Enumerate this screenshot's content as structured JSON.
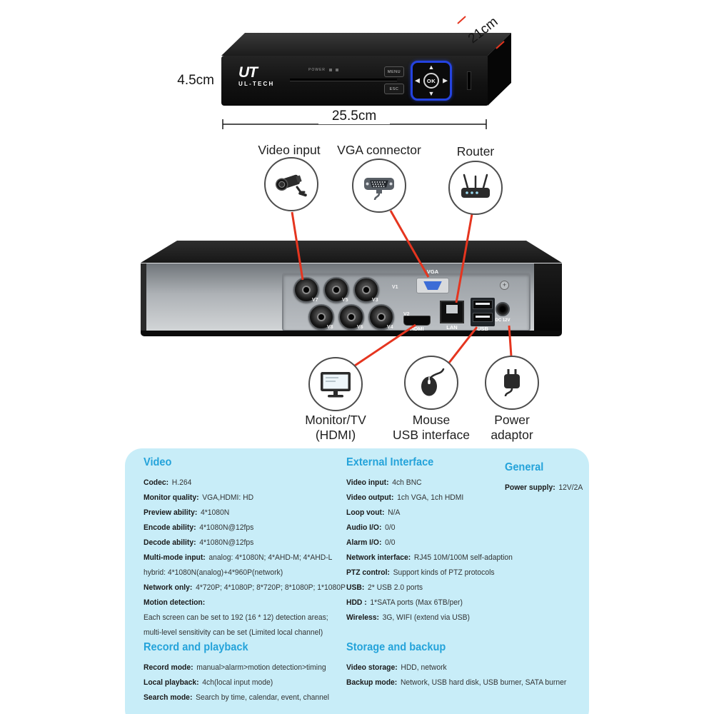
{
  "front": {
    "brand_mark": "UT",
    "brand_name": "UL-TECH",
    "power_label": "POWER",
    "menu_button": "MENU",
    "esc_button": "ESC",
    "ok_button": "OK",
    "dimensions": {
      "height": "4.5cm",
      "depth": "21cm",
      "width": "25.5cm"
    }
  },
  "rear": {
    "bnc_labels": [
      "V7",
      "V5",
      "V3",
      "V1",
      "V8",
      "V6",
      "V4",
      "V2"
    ],
    "ports": {
      "vga": "VGA",
      "hdmi": "HDMI",
      "lan": "LAN",
      "usb": "USB",
      "dc_12v": "DC 12V"
    }
  },
  "callouts_top": [
    {
      "icon": "cctv-camera-icon",
      "lines": [
        "Video input"
      ]
    },
    {
      "icon": "vga-connector-icon",
      "lines": [
        "VGA connector"
      ]
    },
    {
      "icon": "router-icon",
      "lines": [
        "Router"
      ]
    }
  ],
  "callouts_bottom": [
    {
      "icon": "monitor-icon",
      "lines": [
        "Monitor/TV",
        "(HDMI)"
      ]
    },
    {
      "icon": "mouse-icon",
      "lines": [
        "Mouse",
        "USB interface"
      ]
    },
    {
      "icon": "power-adaptor-icon",
      "lines": [
        "Power",
        "adaptor"
      ]
    }
  ],
  "colors": {
    "accent_red": "#e5351f",
    "heading_blue": "#24a3da",
    "panel_bg": "#c8edf8",
    "dpad_blue": "#2443e0"
  },
  "specs": {
    "video": {
      "title": "Video",
      "rows": [
        {
          "label": "Codec:",
          "value": "H.264"
        },
        {
          "label": "Monitor quality:",
          "value": "VGA,HDMI: HD"
        },
        {
          "label": "Preview ability:",
          "value": "4*1080N"
        },
        {
          "label": "Encode ability:",
          "value": "4*1080N@12fps"
        },
        {
          "label": "Decode ability:",
          "value": "4*1080N@12fps"
        },
        {
          "label": "Multi-mode input:",
          "value": "analog: 4*1080N; 4*AHD-M; 4*AHD-L"
        },
        {
          "label": "",
          "value": "hybrid: 4*1080N(analog)+4*960P(network)"
        },
        {
          "label": "Network only:",
          "value": "4*720P; 4*1080P; 8*720P; 8*1080P; 1*1080P"
        },
        {
          "label": "Motion detection:",
          "value": ""
        },
        {
          "label": "",
          "value": "Each screen can be set to 192 (16 * 12) detection areas;"
        },
        {
          "label": "",
          "value": "multi-level sensitivity can be set (Limited local channel)"
        }
      ]
    },
    "external": {
      "title": "External Interface",
      "rows": [
        {
          "label": "Video input:",
          "value": "4ch BNC"
        },
        {
          "label": "Video output:",
          "value": "1ch VGA, 1ch HDMI"
        },
        {
          "label": "Loop vout:",
          "value": "N/A"
        },
        {
          "label": "Audio I/O:",
          "value": "0/0"
        },
        {
          "label": "Alarm I/O:",
          "value": "0/0"
        },
        {
          "label": "Network interface:",
          "value": "RJ45 10M/100M self-adaption"
        },
        {
          "label": "PTZ control:",
          "value": "Support kinds of PTZ protocols"
        },
        {
          "label": "USB:",
          "value": "2* USB 2.0 ports"
        },
        {
          "label": "HDD :",
          "value": "1*SATA ports (Max 6TB/per)"
        },
        {
          "label": "Wireless:",
          "value": "3G, WIFI (extend via USB)"
        }
      ]
    },
    "general": {
      "title": "General",
      "rows": [
        {
          "label": "Power supply:",
          "value": "12V/2A"
        }
      ]
    },
    "record": {
      "title": "Record and playback",
      "rows": [
        {
          "label": "Record mode:",
          "value": "manual>alarm>motion detection>timing"
        },
        {
          "label": "Local playback:",
          "value": "4ch(local input mode)"
        },
        {
          "label": "Search mode:",
          "value": "Search by time, calendar, event, channel"
        }
      ]
    },
    "storage": {
      "title": "Storage and backup",
      "rows": [
        {
          "label": "Video storage:",
          "value": "HDD, network"
        },
        {
          "label": "Backup mode:",
          "value": "Network, USB hard disk, USB burner, SATA burner"
        }
      ]
    }
  }
}
